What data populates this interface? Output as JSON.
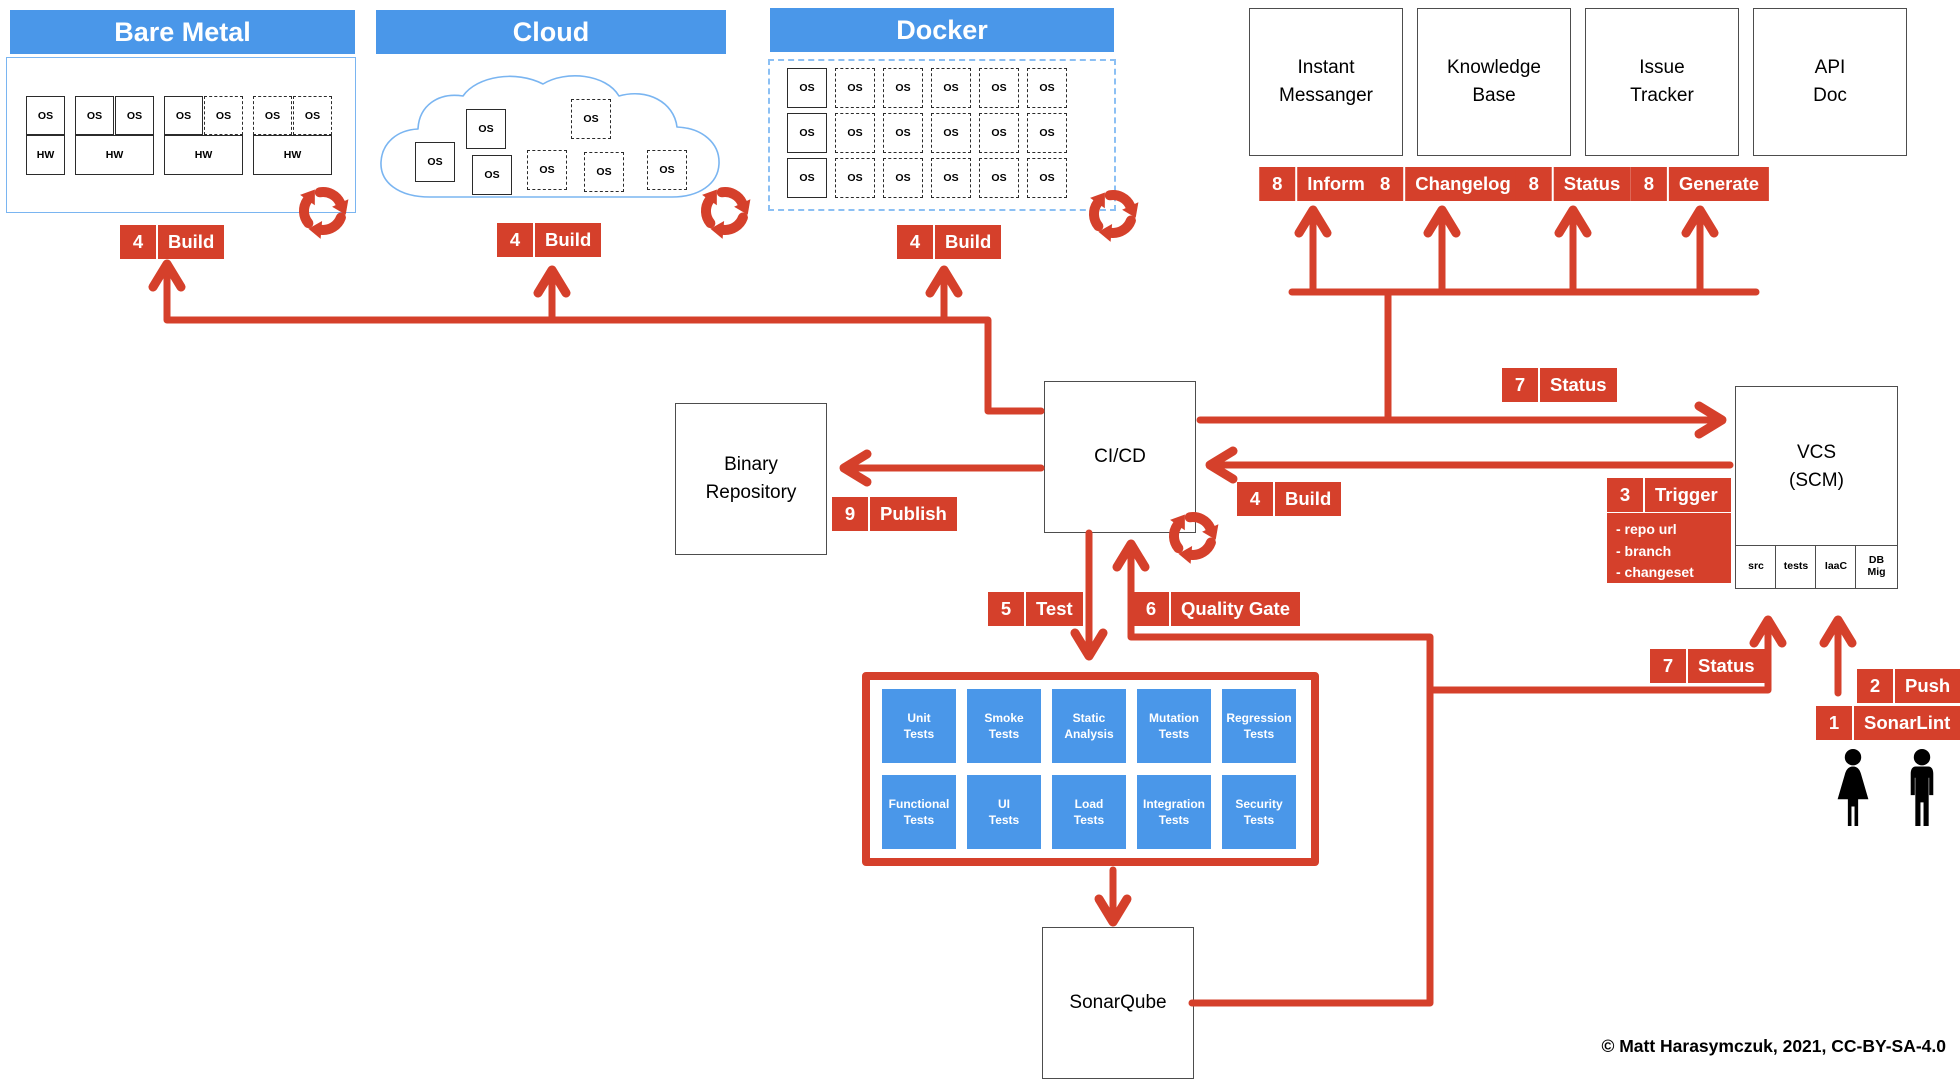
{
  "colors": {
    "red": "#d5402b",
    "blue": "#4a97e9",
    "light_blue": "#7ab5f1"
  },
  "bare_metal": {
    "title": "Bare Metal",
    "os": "OS",
    "hw": "HW",
    "servers": [
      [
        "solid"
      ],
      [
        "solid",
        "solid"
      ],
      [
        "solid",
        "dashed"
      ],
      [
        "dashed",
        "dashed"
      ]
    ]
  },
  "cloud": {
    "title": "Cloud",
    "os": "OS",
    "boxes": [
      "solid",
      "solid",
      "solid",
      "dashed",
      "dashed",
      "dashed",
      "dashed"
    ]
  },
  "docker": {
    "title": "Docker",
    "os": "OS",
    "rows": 3,
    "cols": 6
  },
  "tools": [
    {
      "name": "Instant\nMessanger",
      "badge_num": "8",
      "badge_label": "Inform"
    },
    {
      "name": "Knowledge\nBase",
      "badge_num": "8",
      "badge_label": "Changelog"
    },
    {
      "name": "Issue\nTracker",
      "badge_num": "8",
      "badge_label": "Status"
    },
    {
      "name": "API\nDoc",
      "badge_num": "8",
      "badge_label": "Generate"
    }
  ],
  "nodes": {
    "cicd": "CI/CD",
    "binary_repository": "Binary\nRepository",
    "vcs": "VCS\n(SCM)",
    "sonarqube": "SonarQube"
  },
  "vcs_compartments": [
    "src",
    "tests",
    "IaaC",
    "DB\nMig"
  ],
  "badges": {
    "build_bare_metal": {
      "num": "4",
      "label": "Build"
    },
    "build_cloud": {
      "num": "4",
      "label": "Build"
    },
    "build_docker": {
      "num": "4",
      "label": "Build"
    },
    "status_top": {
      "num": "7",
      "label": "Status"
    },
    "build_vcs": {
      "num": "4",
      "label": "Build"
    },
    "trigger": {
      "num": "3",
      "label": "Trigger",
      "details": [
        "- repo url",
        "- branch",
        "- changeset"
      ]
    },
    "publish": {
      "num": "9",
      "label": "Publish"
    },
    "test": {
      "num": "5",
      "label": "Test"
    },
    "quality_gate": {
      "num": "6",
      "label": "Quality Gate"
    },
    "status_vcs": {
      "num": "7",
      "label": "Status"
    },
    "push": {
      "num": "2",
      "label": "Push"
    },
    "sonarlint": {
      "num": "1",
      "label": "SonarLint"
    }
  },
  "tests": {
    "row1": [
      "Unit\nTests",
      "Smoke\nTests",
      "Static\nAnalysis",
      "Mutation\nTests",
      "Regression\nTests"
    ],
    "row2": [
      "Functional\nTests",
      "UI\nTests",
      "Load\nTests",
      "Integration\nTests",
      "Security\nTests"
    ]
  },
  "copyright": "© Matt Harasymczuk, 2021, CC-BY-SA-4.0"
}
